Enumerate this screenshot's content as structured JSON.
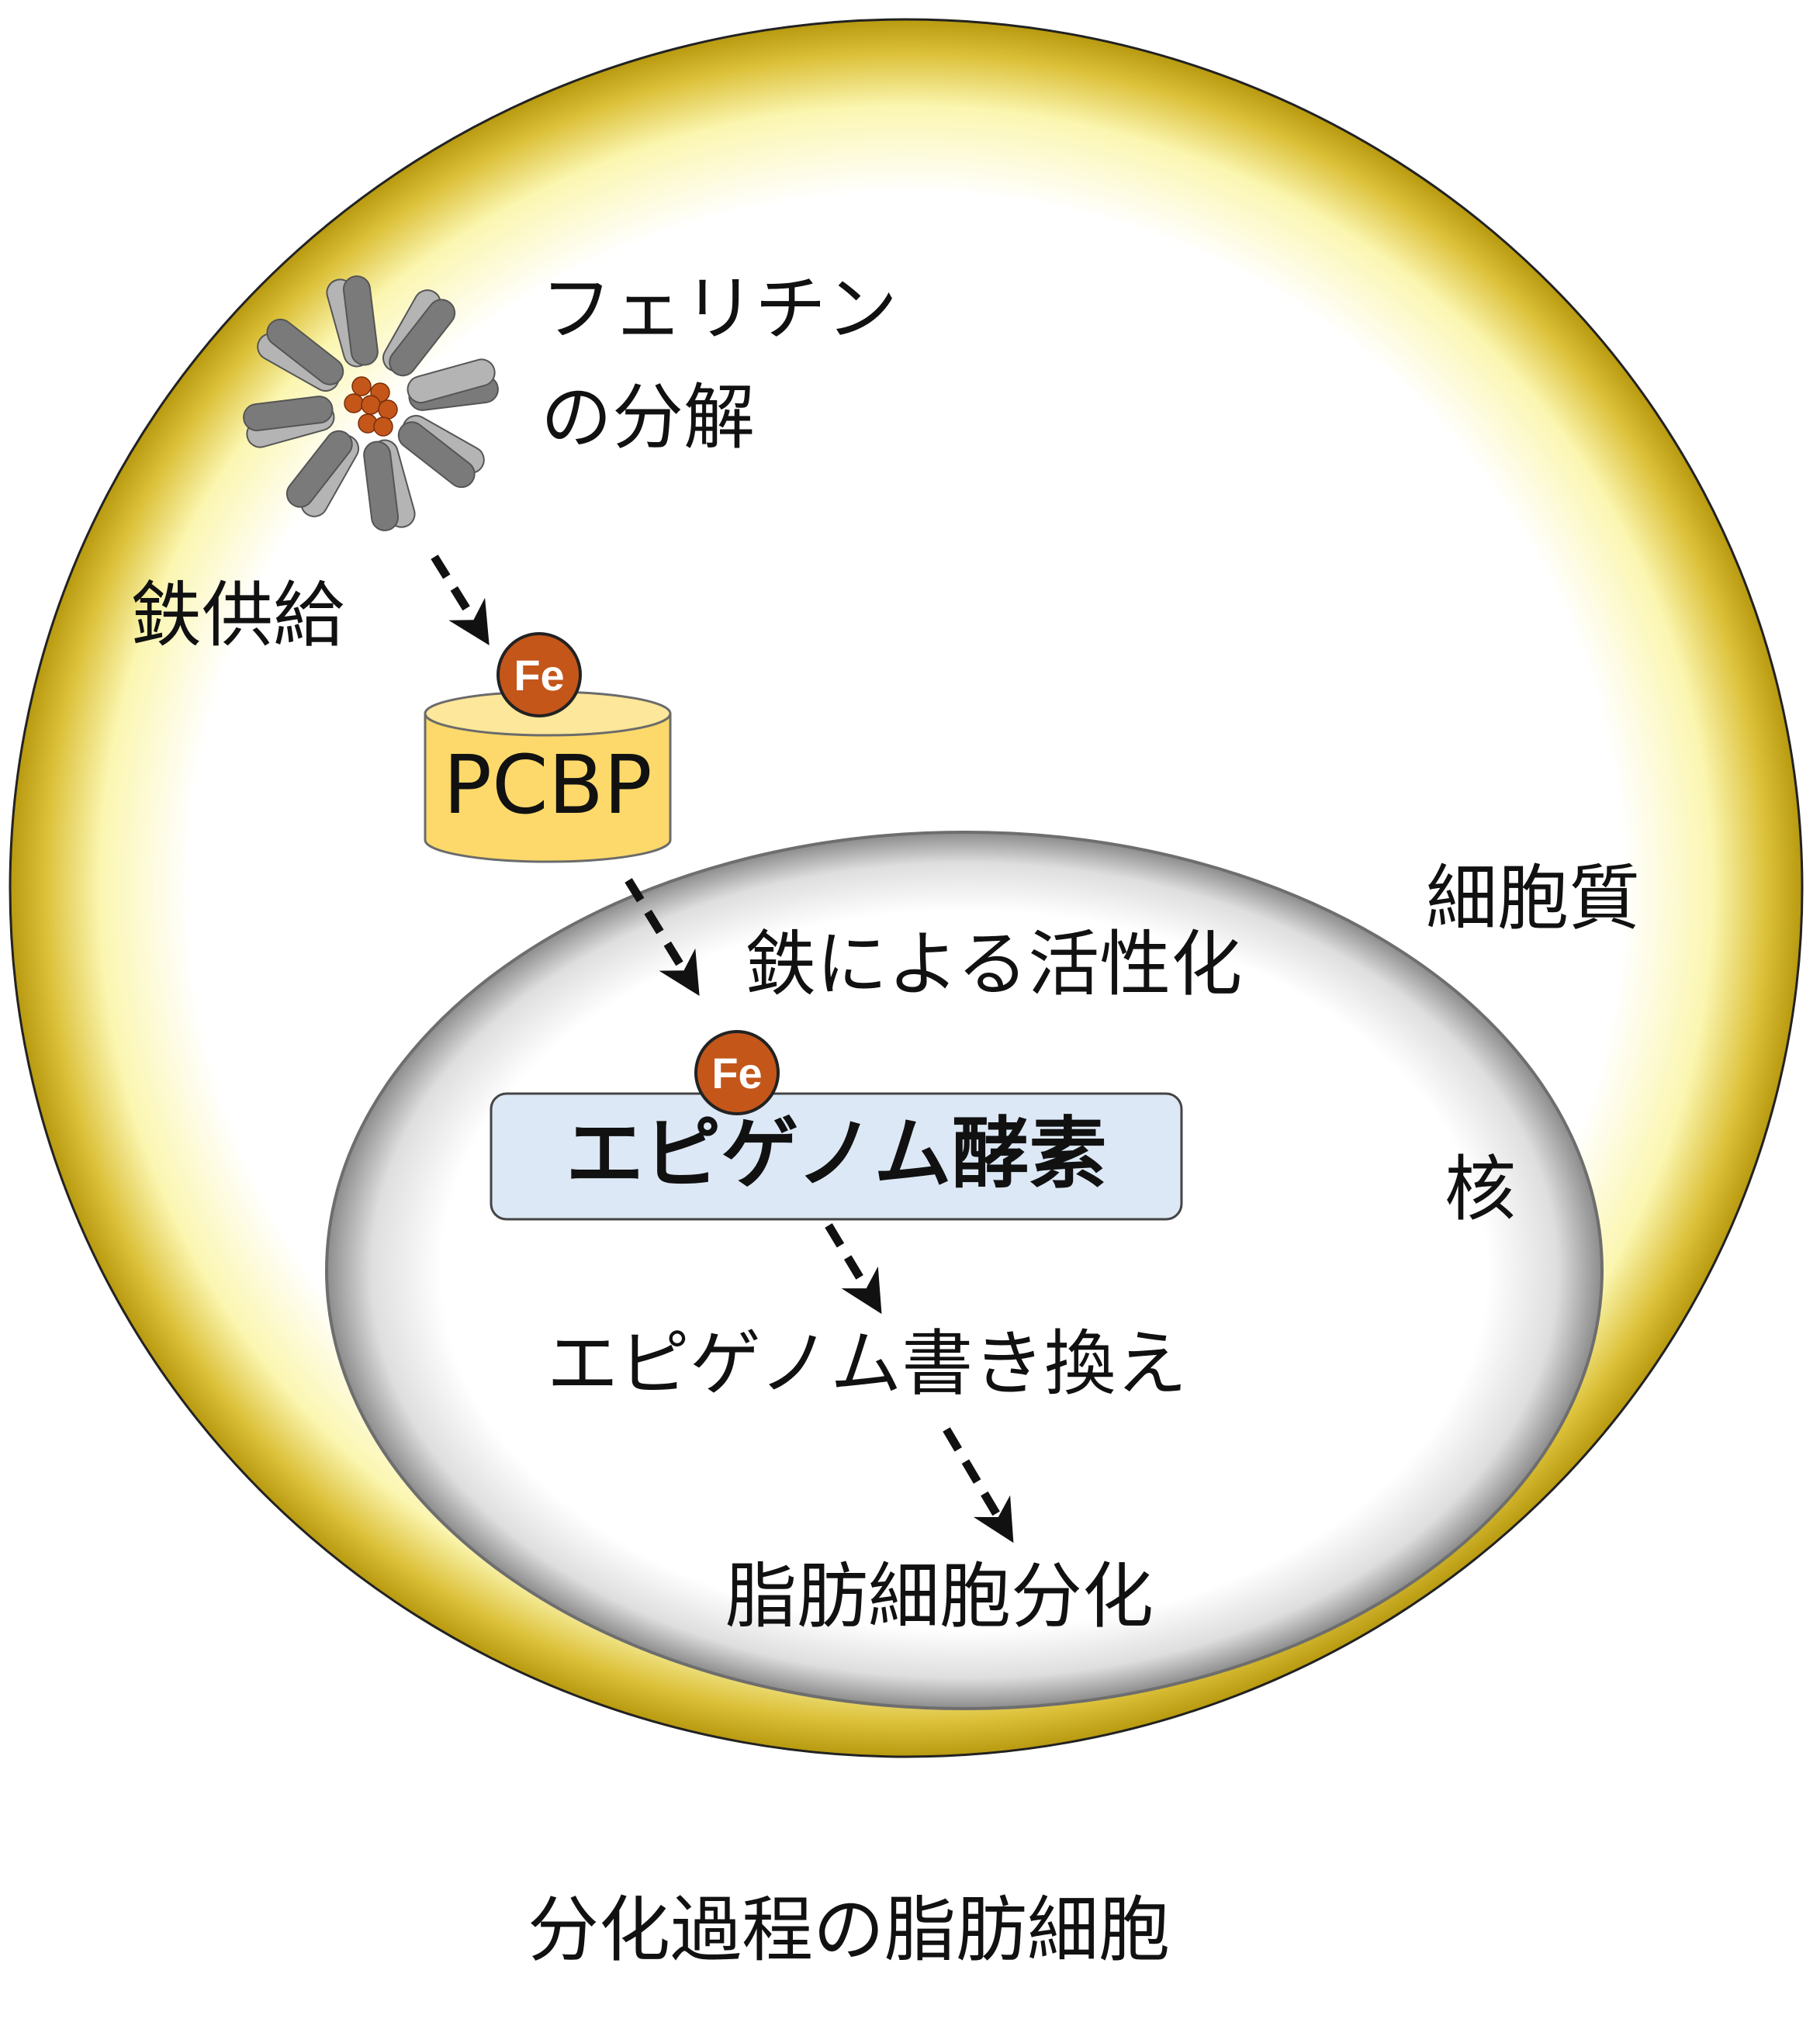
{
  "labels": {
    "ferritin_line1": "フェリチン",
    "ferritin_line2": "の分解",
    "iron_supply": "鉄供給",
    "pcbp": "PCBP",
    "fe": "Fe",
    "cytoplasm": "細胞質",
    "iron_activation": "鉄による活性化",
    "epigenome_enzyme": "エピゲノム酵素",
    "nucleus": "核",
    "epigenome_rewrite": "エピゲノム書き換え",
    "adipocyte_differentiation": "脂肪細胞分化",
    "caption": "分化過程の脂肪細胞"
  },
  "colors": {
    "cell_rim": "#b89a10",
    "cell_inner": "#ffffff",
    "cell_mid": "#fbf6b0",
    "nucleus_rim": "#8c8c8c",
    "pcbp_fill": "#fcd96a",
    "pcbp_stroke": "#6b6b6b",
    "fe_fill": "#c4561a",
    "enzyme_fill": "#dce8f5",
    "arrow": "#111111",
    "ferritin_dark": "#7a7a7a",
    "ferritin_light": "#b4b4b4"
  }
}
